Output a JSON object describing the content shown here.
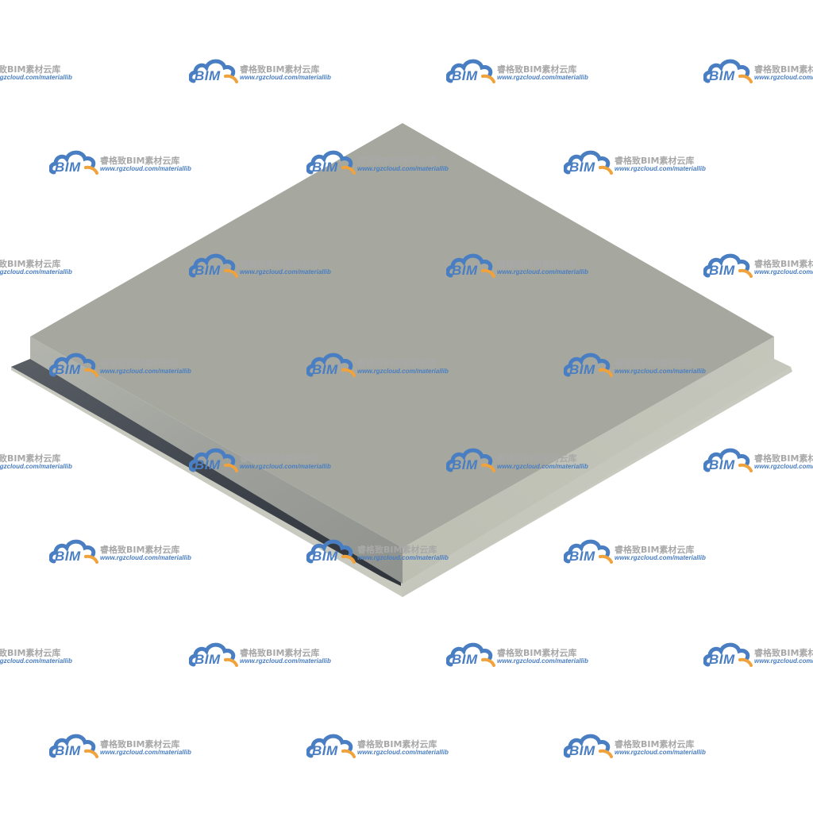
{
  "watermark": {
    "logo_text": "BIM",
    "brand": "睿格致BIM素材云库",
    "url": "www.rgzcloud.com/materiallib",
    "icon": "cloud-icon",
    "colors": {
      "cloud_blue": "#4a7ec2",
      "cloud_orange": "#f0a23c",
      "brand_gray": "#a8a8a8"
    }
  },
  "model": {
    "icon": "panel-slab-icon",
    "colors": {
      "top_face": "#a6a89f",
      "front_right_face": "#b8b9ad",
      "front_left_face": "#9ea09a",
      "flange_top": "#c7c8bd",
      "flange_shadow": "#4a4f57"
    }
  }
}
